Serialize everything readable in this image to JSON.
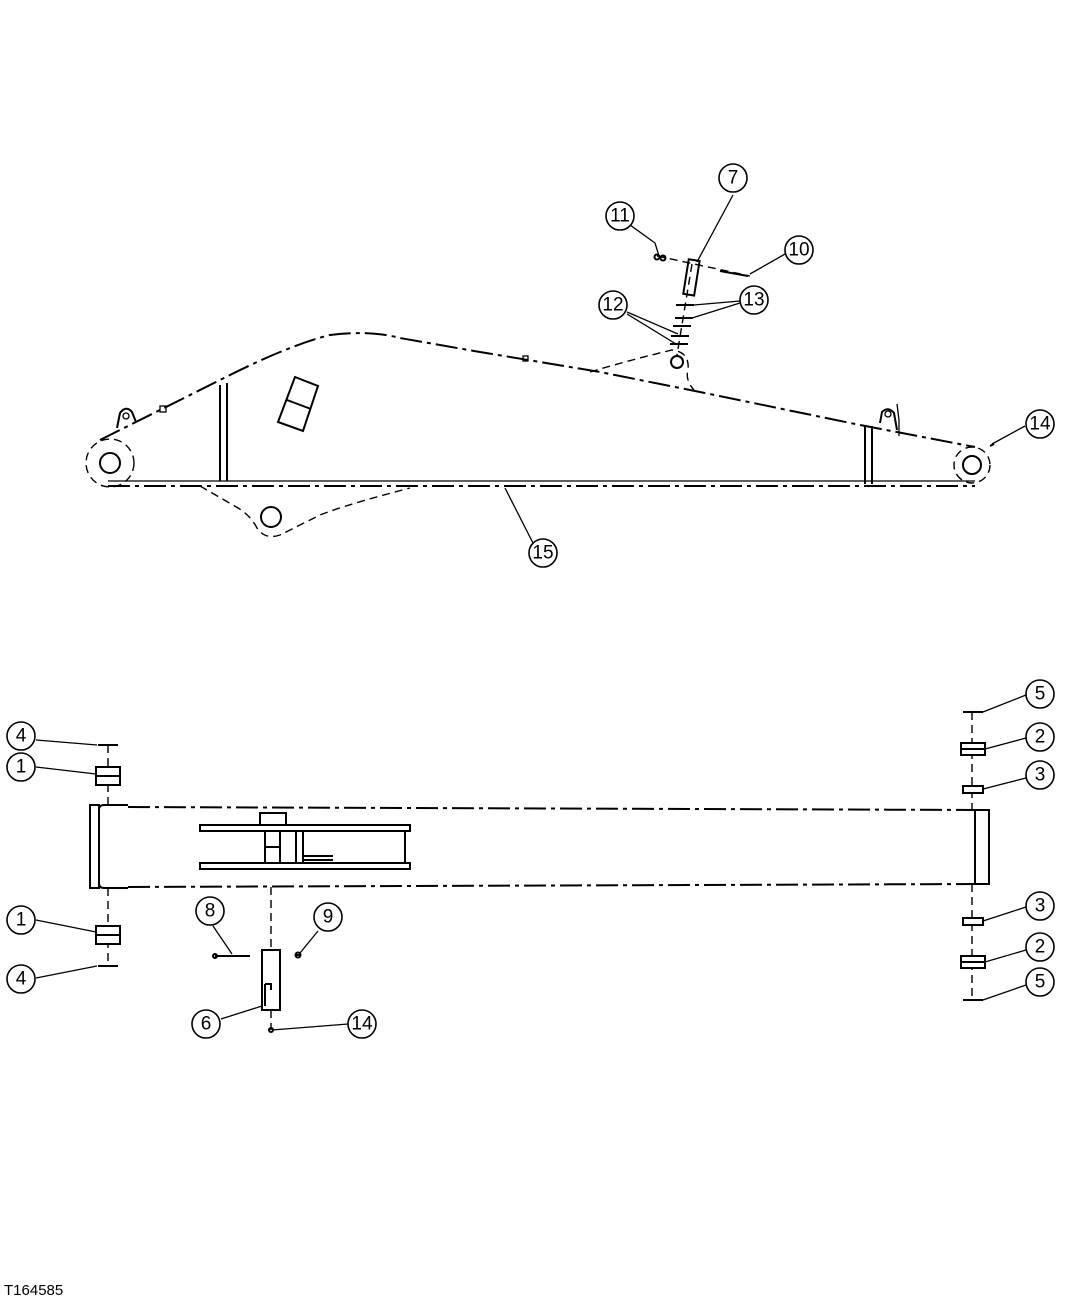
{
  "figure_id": "T164585",
  "callouts_side_view": [
    {
      "key": "c7",
      "label": "7"
    },
    {
      "key": "c11",
      "label": "11"
    },
    {
      "key": "c10",
      "label": "10"
    },
    {
      "key": "c12",
      "label": "12"
    },
    {
      "key": "c13",
      "label": "13"
    },
    {
      "key": "c14a",
      "label": "14"
    },
    {
      "key": "c15",
      "label": "15"
    }
  ],
  "callouts_top_view": [
    {
      "key": "c4a",
      "label": "4"
    },
    {
      "key": "c1a",
      "label": "1"
    },
    {
      "key": "c1b",
      "label": "1"
    },
    {
      "key": "c4b",
      "label": "4"
    },
    {
      "key": "c5a",
      "label": "5"
    },
    {
      "key": "c2a",
      "label": "2"
    },
    {
      "key": "c3a",
      "label": "3"
    },
    {
      "key": "c3b",
      "label": "3"
    },
    {
      "key": "c2b",
      "label": "2"
    },
    {
      "key": "c5b",
      "label": "5"
    },
    {
      "key": "c8",
      "label": "8"
    },
    {
      "key": "c9",
      "label": "9"
    },
    {
      "key": "c6",
      "label": "6"
    },
    {
      "key": "c14b",
      "label": "14"
    }
  ]
}
